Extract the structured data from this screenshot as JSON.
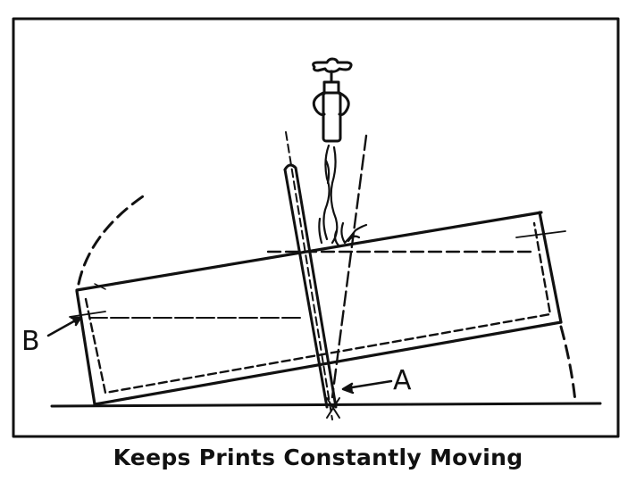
{
  "figure": {
    "caption": "Keeps Prints Constantly Moving",
    "labels": {
      "a": "A",
      "b": "B"
    },
    "components": [
      "faucet",
      "water-stream",
      "rocking-tray",
      "pivot-rod",
      "floor-line",
      "swing-arc-left",
      "swing-arc-right",
      "water-level-line"
    ],
    "colors": {
      "ink": "#111111",
      "paper": "#ffffff"
    }
  }
}
